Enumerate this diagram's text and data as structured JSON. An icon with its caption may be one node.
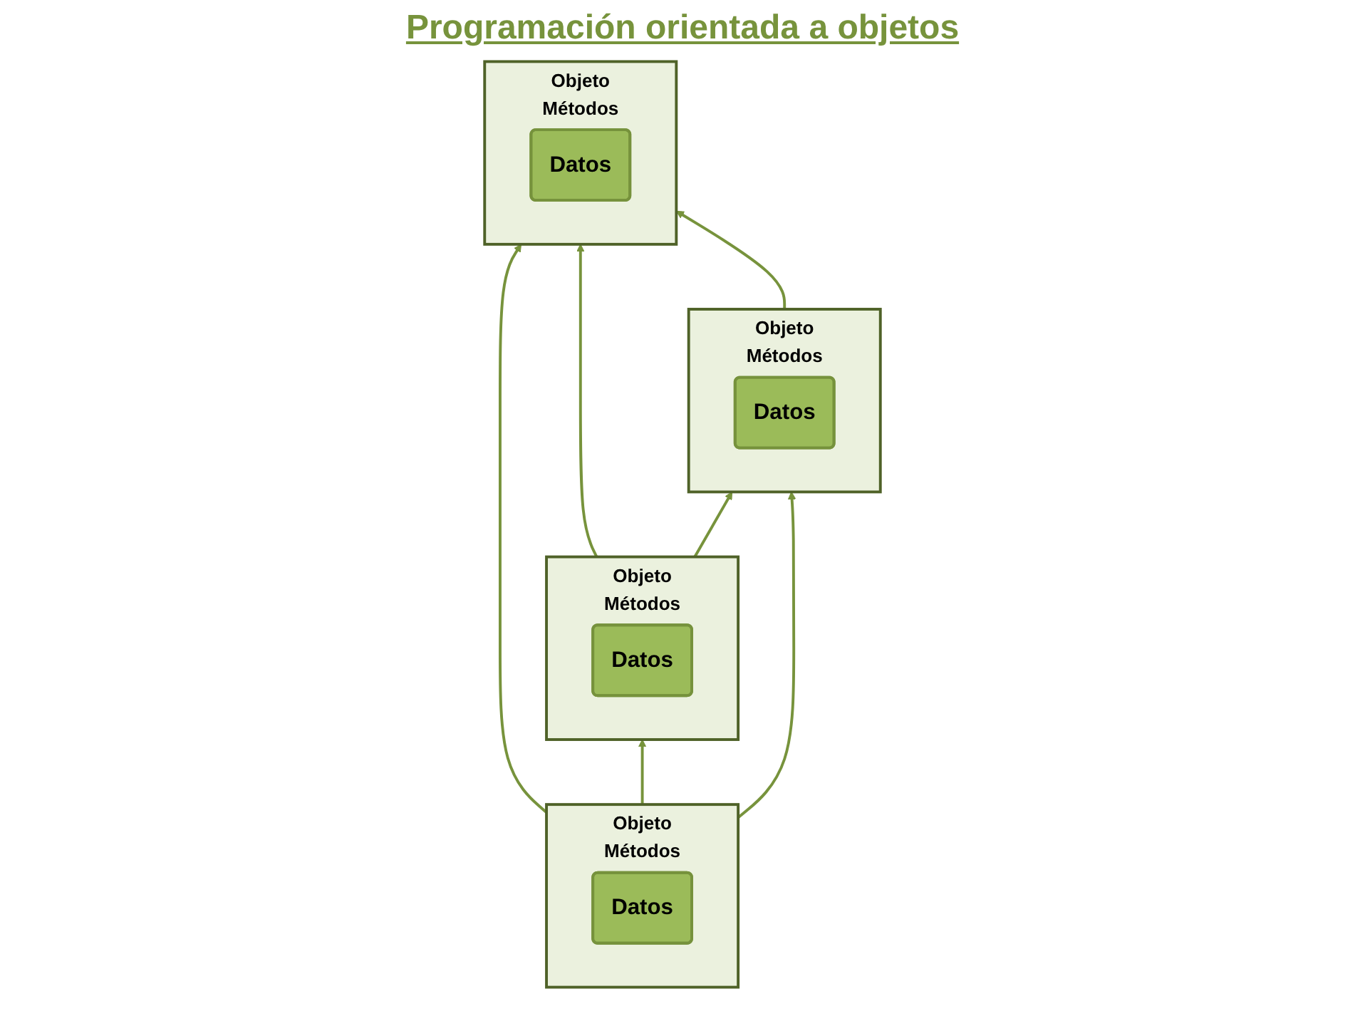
{
  "diagram": {
    "title": "Programación orientada a objetos",
    "nodes": [
      {
        "text": [
          "Objeto",
          "Métodos"
        ]
      },
      {
        "text": [
          "Datos"
        ],
        "in": 0
      },
      {
        "text": [
          "Objeto",
          "Métodos"
        ]
      },
      {
        "text": [
          "Datos"
        ],
        "in": 2
      },
      {
        "text": [
          "Objeto",
          "Métodos"
        ]
      },
      {
        "text": [
          "Datos"
        ],
        "in": 4
      },
      {
        "text": [
          "Objeto",
          "Métodos"
        ]
      },
      {
        "text": [
          "Datos"
        ],
        "in": 6
      }
    ],
    "edges": [
      {
        "from": 2,
        "to": 0,
        "arrow": "to"
      },
      {
        "from": 4,
        "to": 0,
        "arrow": "to"
      },
      {
        "from": 4,
        "to": 2,
        "arrow": "to"
      },
      {
        "from": 6,
        "to": 0,
        "arrow": "to"
      },
      {
        "from": 2,
        "to": 6,
        "arrow": "to"
      },
      {
        "from": 4,
        "to": 6,
        "arrow": "to"
      }
    ]
  }
}
